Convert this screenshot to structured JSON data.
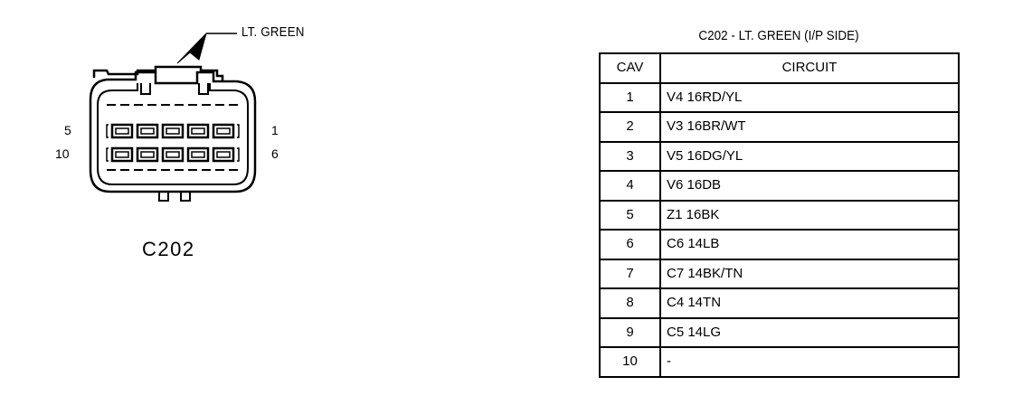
{
  "callout": {
    "label": "LT. GREEN"
  },
  "connector": {
    "id": "C202",
    "pin_labels": {
      "top_left": "5",
      "bottom_left": "10",
      "top_right": "1",
      "bottom_right": "6"
    }
  },
  "table": {
    "title": "C202 - LT. GREEN (I/P SIDE)",
    "headers": {
      "cav": "CAV",
      "circuit": "CIRCUIT"
    },
    "rows": [
      {
        "cav": "1",
        "circuit": "V4 16RD/YL"
      },
      {
        "cav": "2",
        "circuit": "V3 16BR/WT"
      },
      {
        "cav": "3",
        "circuit": "V5 16DG/YL"
      },
      {
        "cav": "4",
        "circuit": "V6 16DB"
      },
      {
        "cav": "5",
        "circuit": "Z1 16BK"
      },
      {
        "cav": "6",
        "circuit": "C6 14LB"
      },
      {
        "cav": "7",
        "circuit": "C7 14BK/TN"
      },
      {
        "cav": "8",
        "circuit": "C4 14TN"
      },
      {
        "cav": "9",
        "circuit": "C5 14LG"
      },
      {
        "cav": "10",
        "circuit": "-"
      }
    ]
  }
}
